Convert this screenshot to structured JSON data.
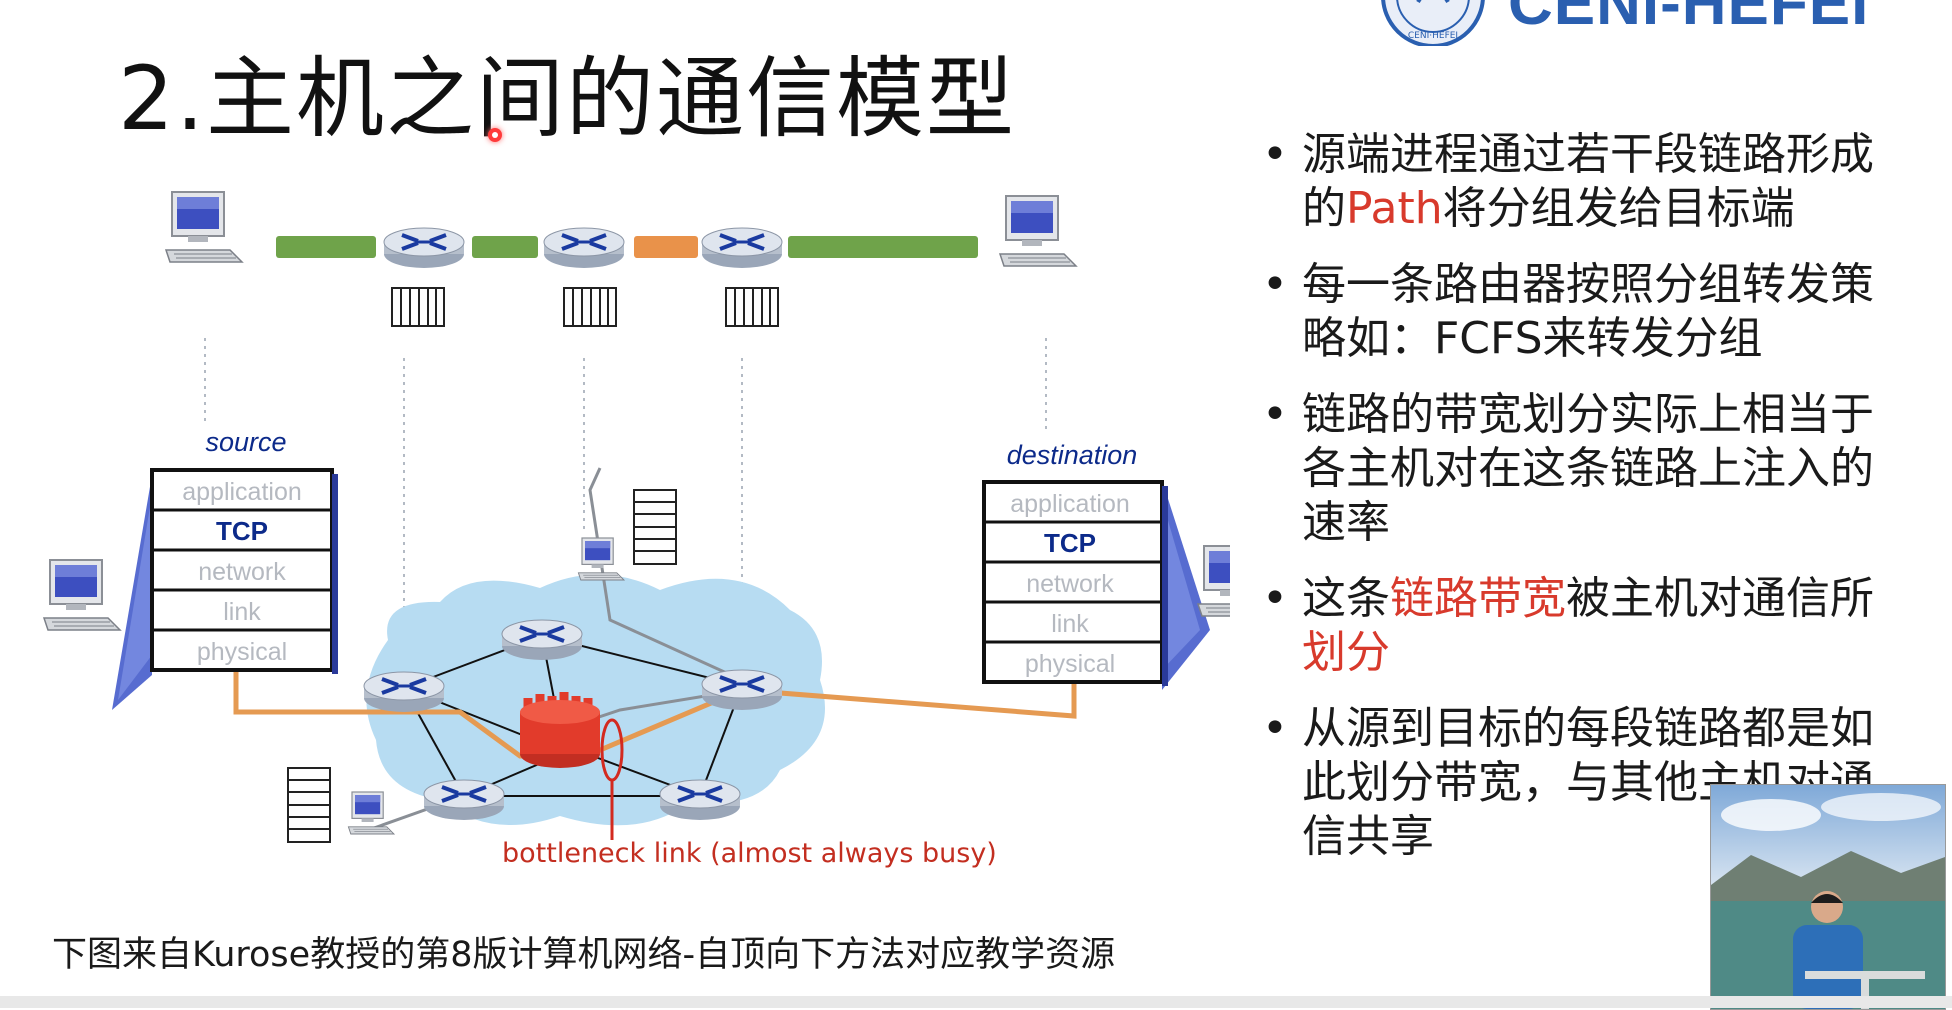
{
  "logo": {
    "text": "CENI-HEFEI",
    "seal_text": "CENI·HEFEI"
  },
  "title": "2.主机之间的通信模型",
  "bullets": [
    {
      "parts": [
        "源端进程通过若干段链路形成的",
        "Path",
        "将分组发给目标端"
      ],
      "highlight": [
        false,
        true,
        false
      ]
    },
    {
      "parts": [
        "每一条路由器按照分组转发策略如：FCFS来转发分组"
      ],
      "highlight": [
        false
      ]
    },
    {
      "parts": [
        "链路的带宽划分实际上相当于各主机对在这条链路上注入的速率"
      ],
      "highlight": [
        false
      ]
    },
    {
      "parts": [
        "这条",
        "链路带宽",
        "被主机对通信所",
        "划分"
      ],
      "highlight": [
        false,
        true,
        false,
        true
      ]
    },
    {
      "parts": [
        "从源到目标的每段链路都是如此划分带宽，与其他主机对通信共享"
      ],
      "highlight": [
        false
      ]
    }
  ],
  "caption": "下图来自Kurose教授的第8版计算机网络-自顶向下方法对应教学资源",
  "diagram": {
    "source_label": "source",
    "destination_label": "destination",
    "layers": [
      "application",
      "TCP",
      "network",
      "link",
      "physical"
    ],
    "bottleneck_label": "bottleneck link (almost always busy)"
  },
  "colors": {
    "accent_red": "#d83a2c",
    "link_green": "#6fa34a",
    "link_orange": "#e9924a",
    "path_orange": "#e59a52",
    "router_blue": "#1a3aa0",
    "cloud_blue": "#b7dcf2",
    "layer_active": "#0c2a8a"
  },
  "icons": [
    "computer-icon",
    "router-icon",
    "queue-buffer-icon",
    "firewall-icon"
  ]
}
